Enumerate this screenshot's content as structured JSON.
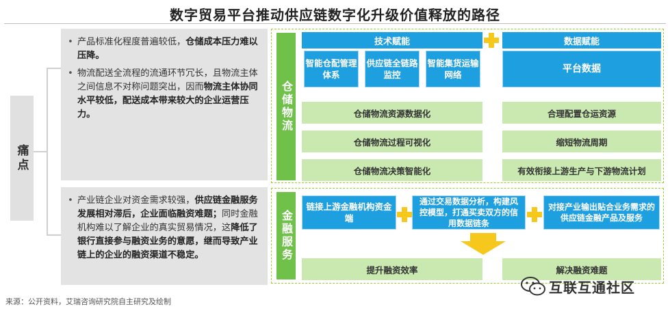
{
  "title": "数字贸易平台推动供应链数字化升级价值释放的路径",
  "pain": {
    "label": "痛点",
    "panel1": {
      "b1_a": "产品标准化程度普遍较低，",
      "b1_b": "仓储成本压力难以压降。",
      "b2_a": "物流配送全流程的流通环节冗长，且物流主体之间信息不对称问题突出，因而",
      "b2_b": "物流主体协同水平较低，配送成本带来较大的企业运营压力。"
    },
    "panel2": {
      "a": "产业链企业对资金需求较强，",
      "b": "供应链金融服务发展相对滞后，企业面临融资难题；",
      "c": "同时金融机构难以了解企业的真实贸易情况，这",
      "d": "降低了银行直接参与融资业务的意愿，继而导致产业链上的企业的融资渠道不稳定。"
    }
  },
  "warehouse": {
    "label": "仓储物流",
    "tech_head": "技术赋能",
    "data_head": "数据赋能",
    "tech_items": [
      "智能仓配管理体系",
      "供应链全链路监控",
      "智能集货运输网络"
    ],
    "data_item": "平台数据",
    "left_bars": [
      "仓储物流资源数据化",
      "仓储物流过程可视化",
      "仓储物流决策智能化"
    ],
    "right_bars": [
      "合理配置仓运资源",
      "缩短物流周期",
      "有效衔接上游生产与下游物流计划"
    ]
  },
  "finance": {
    "label": "金融服务",
    "boxes": [
      "链接上游金融机构资金端",
      "通过交易数据分析，构建风控模型，打通买卖双方的信用数据链条",
      "对接产业输出贴合业务需求的供应链金融产品及服务"
    ],
    "bars": [
      "提升融资效率",
      "解决融资难题"
    ]
  },
  "source": "来源：公开资料，艾瑞咨询研究院自主研究及绘制",
  "watermark": "互联互通社区",
  "icons": [
    "plus-icon",
    "arrow-down-icon",
    "wechat-icon"
  ],
  "colors": {
    "blue": "#1e9fe0",
    "green": "#6fc14a",
    "light_green": "#c9e9b0",
    "yellow": "#f7c81c",
    "gray": "#e3e3e3"
  }
}
